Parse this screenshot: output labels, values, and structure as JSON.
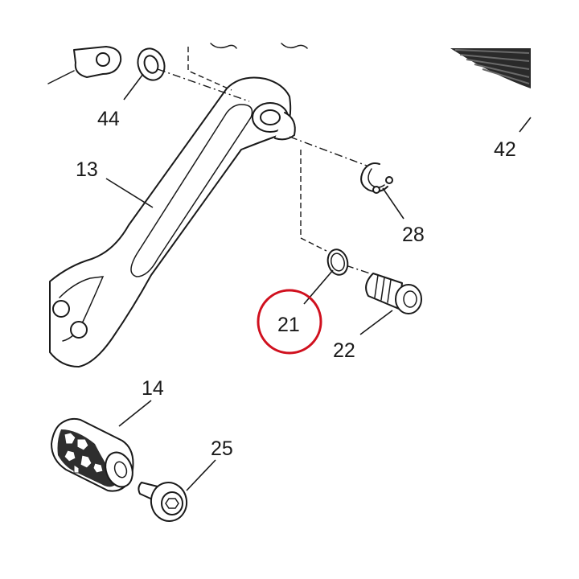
{
  "callouts": {
    "c13": "13",
    "c14": "14",
    "c21": "21",
    "c22": "22",
    "c25": "25",
    "c28": "28",
    "c42": "42",
    "c44": "44"
  },
  "highlight": {
    "part": "21",
    "color": "#d0101e"
  }
}
